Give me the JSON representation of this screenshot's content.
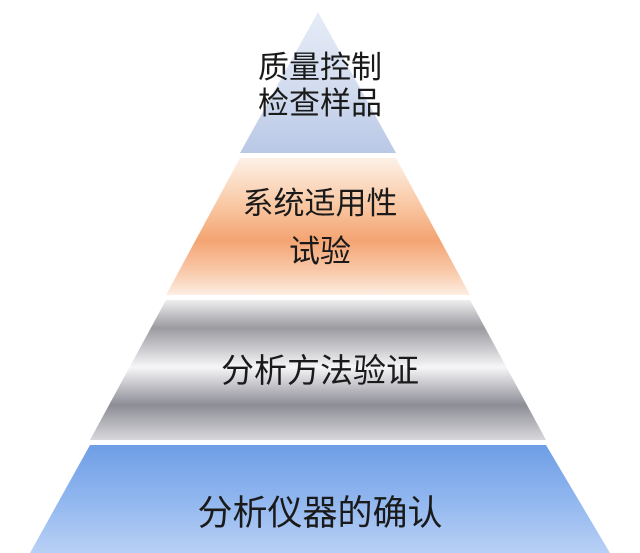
{
  "pyramid": {
    "tiers": [
      {
        "lines": [
          "质量控制",
          "检查样品"
        ]
      },
      {
        "lines": [
          "系统适用性",
          "试验"
        ]
      },
      {
        "lines": [
          "分析方法验证"
        ]
      },
      {
        "lines": [
          "分析仪器的确认"
        ]
      }
    ]
  }
}
